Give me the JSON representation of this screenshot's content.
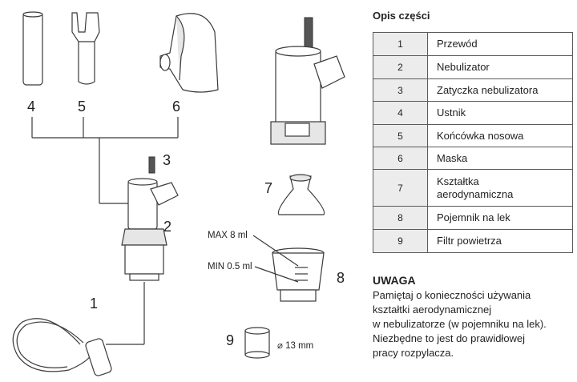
{
  "diagram": {
    "labels": {
      "n1": "1",
      "n2": "2",
      "n3": "3",
      "n4": "4",
      "n5": "5",
      "n6": "6",
      "n7": "7",
      "n8": "8",
      "n9": "9"
    },
    "max_label": "MAX 8 ml",
    "min_label": "MIN 0.5 ml",
    "filter_size": "⌀ 13 mm"
  },
  "parts_table": {
    "title": "Opis części",
    "rows": [
      {
        "no": "1",
        "name": "Przewód"
      },
      {
        "no": "2",
        "name": "Nebulizator"
      },
      {
        "no": "3",
        "name": "Zatyczka nebulizatora"
      },
      {
        "no": "4",
        "name": "Ustnik"
      },
      {
        "no": "5",
        "name": "Końcówka nosowa"
      },
      {
        "no": "6",
        "name": "Maska"
      },
      {
        "no": "7",
        "name_line1": "Kształtka",
        "name_line2": "aerodynamiczna"
      },
      {
        "no": "8",
        "name": "Pojemnik na lek"
      },
      {
        "no": "9",
        "name": "Filtr powietrza"
      }
    ]
  },
  "warning": {
    "title": "UWAGA",
    "lines": [
      "Pamiętaj o konieczności używania",
      "kształtki aerodynamicznej",
      "w nebulizatorze (w pojemniku na lek).",
      "Niezbędne to jest do prawidłowej",
      "pracy rozpylacza."
    ]
  }
}
